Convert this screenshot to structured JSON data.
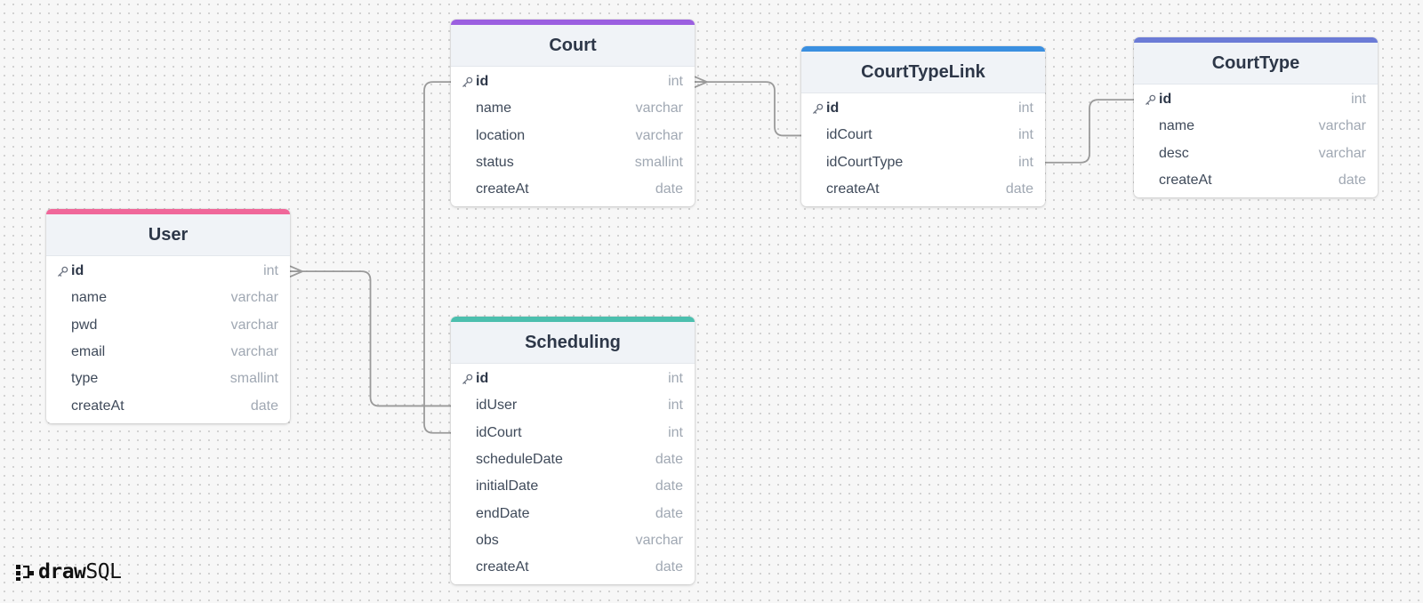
{
  "app": {
    "logo_bold": "draw",
    "logo_light": "SQL"
  },
  "colors": {
    "user": "#f0679a",
    "court": "#9b5fe0",
    "scheduling": "#4cbfae",
    "courttypelink": "#3a8fe0",
    "courttype": "#6b7bd6",
    "relation_line": "#9a9a9a"
  },
  "icons": {
    "primary_key": "key-icon",
    "logo": "drawsql-logo-icon"
  },
  "tables": [
    {
      "id": "user",
      "name": "User",
      "color": "#f0679a",
      "columns": [
        {
          "name": "id",
          "type": "int",
          "pk": true
        },
        {
          "name": "name",
          "type": "varchar",
          "pk": false
        },
        {
          "name": "pwd",
          "type": "varchar",
          "pk": false
        },
        {
          "name": "email",
          "type": "varchar",
          "pk": false
        },
        {
          "name": "type",
          "type": "smallint",
          "pk": false
        },
        {
          "name": "createAt",
          "type": "date",
          "pk": false
        }
      ]
    },
    {
      "id": "court",
      "name": "Court",
      "color": "#9b5fe0",
      "columns": [
        {
          "name": "id",
          "type": "int",
          "pk": true
        },
        {
          "name": "name",
          "type": "varchar",
          "pk": false
        },
        {
          "name": "location",
          "type": "varchar",
          "pk": false
        },
        {
          "name": "status",
          "type": "smallint",
          "pk": false
        },
        {
          "name": "createAt",
          "type": "date",
          "pk": false
        }
      ]
    },
    {
      "id": "scheduling",
      "name": "Scheduling",
      "color": "#4cbfae",
      "columns": [
        {
          "name": "id",
          "type": "int",
          "pk": true
        },
        {
          "name": "idUser",
          "type": "int",
          "pk": false
        },
        {
          "name": "idCourt",
          "type": "int",
          "pk": false
        },
        {
          "name": "scheduleDate",
          "type": "date",
          "pk": false
        },
        {
          "name": "initialDate",
          "type": "date",
          "pk": false
        },
        {
          "name": "endDate",
          "type": "date",
          "pk": false
        },
        {
          "name": "obs",
          "type": "varchar",
          "pk": false
        },
        {
          "name": "createAt",
          "type": "date",
          "pk": false
        }
      ]
    },
    {
      "id": "courttypelink",
      "name": "CourtTypeLink",
      "color": "#3a8fe0",
      "columns": [
        {
          "name": "id",
          "type": "int",
          "pk": true
        },
        {
          "name": "idCourt",
          "type": "int",
          "pk": false
        },
        {
          "name": "idCourtType",
          "type": "int",
          "pk": false
        },
        {
          "name": "createAt",
          "type": "date",
          "pk": false
        }
      ]
    },
    {
      "id": "courttype",
      "name": "CourtType",
      "color": "#6b7bd6",
      "columns": [
        {
          "name": "id",
          "type": "int",
          "pk": true
        },
        {
          "name": "name",
          "type": "varchar",
          "pk": false
        },
        {
          "name": "desc",
          "type": "varchar",
          "pk": false
        },
        {
          "name": "createAt",
          "type": "date",
          "pk": false
        }
      ]
    }
  ],
  "relations": [
    {
      "from_table": "scheduling",
      "from_column": "idUser",
      "to_table": "user",
      "to_column": "id",
      "to_end": "many"
    },
    {
      "from_table": "scheduling",
      "from_column": "idCourt",
      "to_table": "court",
      "to_column": "id",
      "to_end": "one"
    },
    {
      "from_table": "courttypelink",
      "from_column": "idCourt",
      "to_table": "court",
      "to_column": "id",
      "to_end": "many"
    },
    {
      "from_table": "courttypelink",
      "from_column": "idCourtType",
      "to_table": "courttype",
      "to_column": "id",
      "to_end": "one"
    }
  ]
}
